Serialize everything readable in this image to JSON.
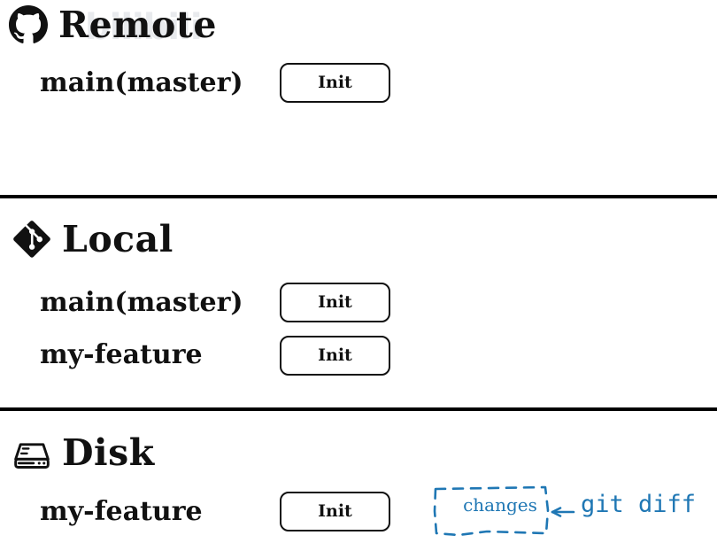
{
  "watermark": {
    "text": "bilibili"
  },
  "accent": {
    "blue": "#1f77b4",
    "ink": "#111111"
  },
  "sections": [
    {
      "id": "remote",
      "title": "Remote",
      "icon": "github-icon",
      "rows": [
        {
          "branch": "main(master)",
          "button": "Init"
        }
      ]
    },
    {
      "id": "local",
      "title": "Local",
      "icon": "git-icon",
      "rows": [
        {
          "branch": "main(master)",
          "button": "Init"
        },
        {
          "branch": "my-feature",
          "button": "Init"
        }
      ]
    },
    {
      "id": "disk",
      "title": "Disk",
      "icon": "hard-drive-icon",
      "rows": [
        {
          "branch": "my-feature",
          "button": "Init"
        }
      ]
    }
  ],
  "annotation": {
    "box_label": "changes",
    "command_label": "git diff"
  }
}
